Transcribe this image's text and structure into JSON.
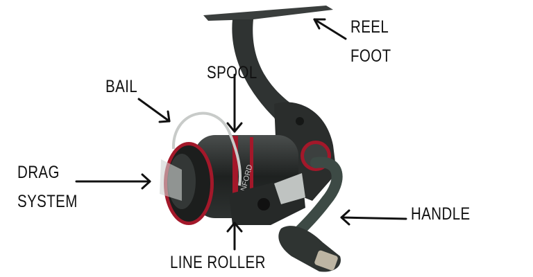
{
  "title": "Spinning reel parts diagram",
  "labels": {
    "reel_foot_line1": "REEL",
    "reel_foot_line2": "FOOT",
    "spool": "SPOOL",
    "bail": "BAIL",
    "drag_line1": "DRAG",
    "drag_line2": "SYSTEM",
    "handle": "HANDLE",
    "line_roller": "LINE ROLLER"
  },
  "reel_brand": "VANFORD",
  "colors": {
    "reel_body": "#2a2d2c",
    "accent_red": "#a3182a",
    "text": "#111111"
  }
}
